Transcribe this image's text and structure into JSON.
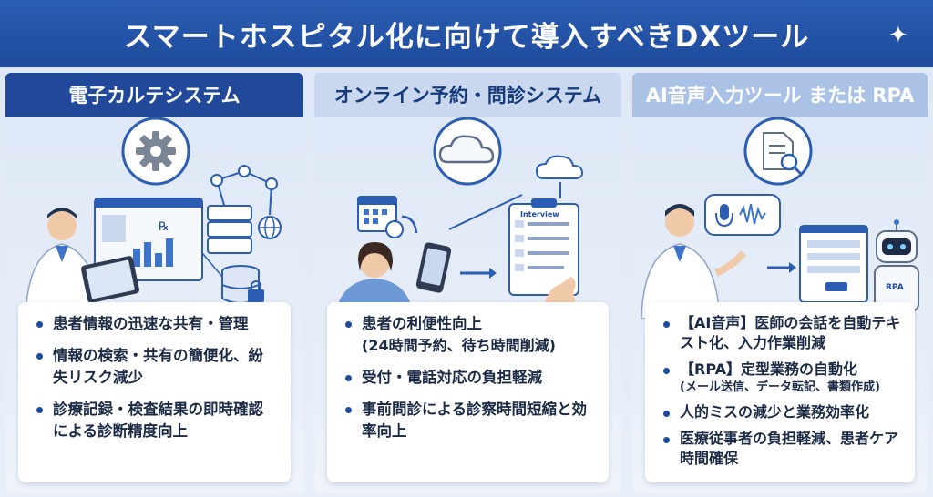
{
  "header": {
    "title": "スマートホスピタル化に向けて導入すべきDXツール"
  },
  "columns": [
    {
      "title": "電子カルテシステム",
      "bullets": [
        "患者情報の迅速な共有・管理",
        "情報の検索・共有の簡便化、紛失リスク減少",
        "診療記録・検査結果の即時確認による診断精度向上"
      ]
    },
    {
      "title": "オンライン予約・問診システム",
      "bullets": [
        "患者の利便性向上",
        "受付・電話対応の負担軽減",
        "事前問診による診察時間短縮と効率向上"
      ],
      "bullet1_sub": "(24時間予約、待ち時間削減)",
      "clipboard_label": "Interview"
    },
    {
      "title": "AI音声入力ツール または RPA",
      "bullets": [
        "【AI音声】医師の会話を自動テキスト化、入力作業削減",
        "【RPA】定型業務の自動化",
        "人的ミスの減少と業務効率化",
        "医療従事者の負担軽減、患者ケア時間確保"
      ],
      "bullet2_sub": "(メール送信、データ転記、書類作成)",
      "robot_label": "RPA"
    }
  ],
  "colors": {
    "header": "#1e4b9b",
    "accent": "#2b5db3",
    "light": "#dce6f5"
  }
}
